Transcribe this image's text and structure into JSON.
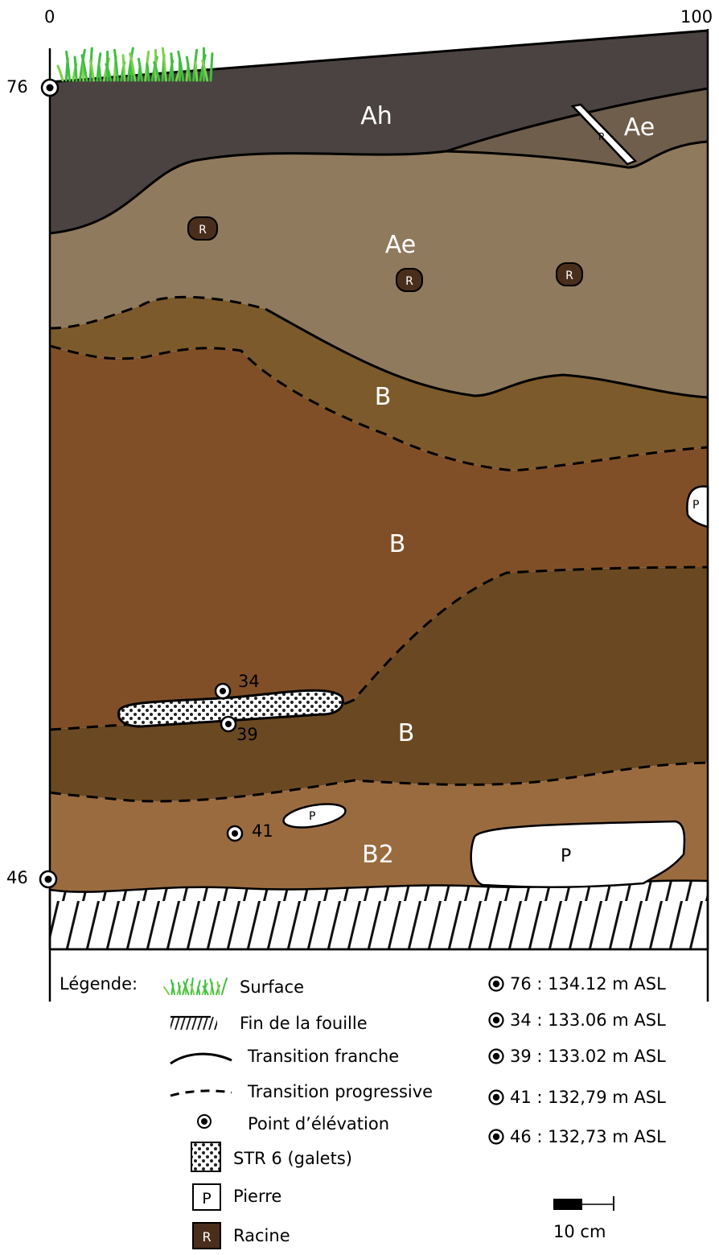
{
  "scale": {
    "left": "0",
    "right": "100"
  },
  "elevation_markers": {
    "top": "76",
    "bottom": "46"
  },
  "horizons": {
    "ah": "Ah",
    "ae_upper": "Ae",
    "ae": "Ae",
    "b1": "B",
    "b2": "B",
    "b3": "B",
    "b2_lower": "B2"
  },
  "symbols": {
    "root": "R",
    "stone": "P"
  },
  "points": {
    "p34": "34",
    "p39": "39",
    "p41": "41"
  },
  "legend": {
    "title": "Légende:",
    "items": [
      {
        "symbol": "grass-icon",
        "label": "Surface"
      },
      {
        "symbol": "hatch-icon",
        "label": "Fin de la fouille"
      },
      {
        "symbol": "solid-line-icon",
        "label": "Transition franche"
      },
      {
        "symbol": "dashed-line-icon",
        "label": "Transition progressive"
      },
      {
        "symbol": "elevation-point-icon",
        "label": "Point d’élévation"
      },
      {
        "symbol": "pebbles-icon",
        "label": "STR 6 (galets)"
      },
      {
        "symbol": "stone-icon",
        "label": "Pierre"
      },
      {
        "symbol": "root-icon",
        "label": "Racine"
      }
    ],
    "elevations": [
      "76 : 134.12 m ASL",
      "34 : 133.06 m ASL",
      "39 : 133.02 m ASL",
      "41 : 132,79 m ASL",
      "46 : 132,73 m ASL"
    ],
    "scale_bar": "10 cm"
  },
  "colors": {
    "ah": "#4a4341",
    "ae_upper": "#6f5e4c",
    "ae": "#8f7a5d",
    "b_light": "#7d5a2b",
    "b_main": "#814f27",
    "b_dark": "#6a4922",
    "b2": "#9b6b40",
    "grass": "#3fbf3f",
    "root": "#4a2e1c"
  }
}
